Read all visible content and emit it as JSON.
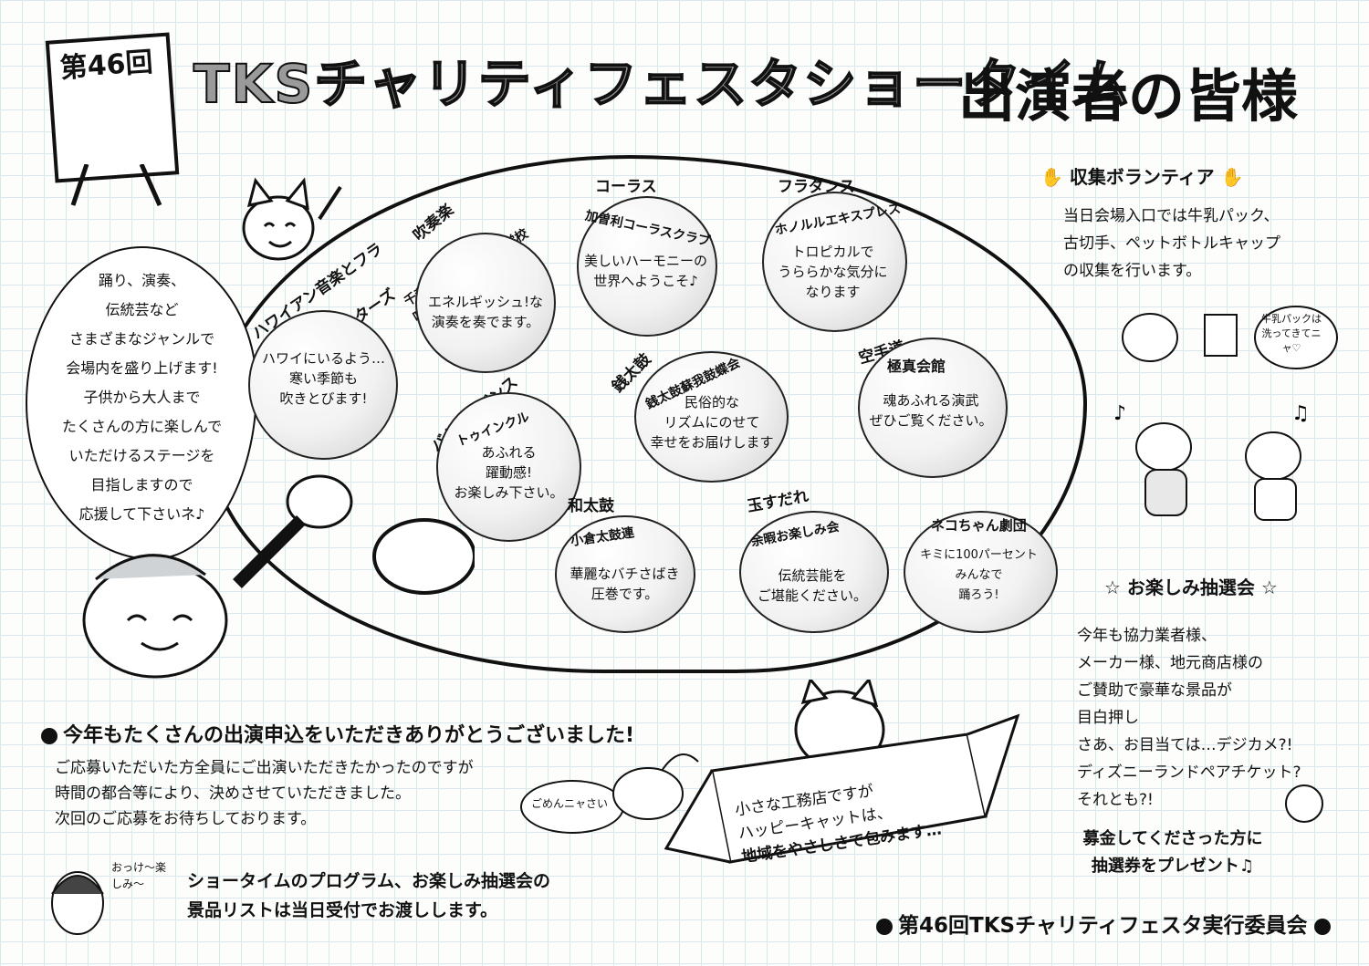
{
  "header": {
    "episode_label": "第46回",
    "title_main": "TKSチャリティフェスタショータイム",
    "title_sub": "出演者の皆様"
  },
  "intro": {
    "lines": [
      "踊り、演奏、",
      "伝統芸など",
      "さまざまなジャンルで",
      "会場内を盛り上げます!",
      "子供から大人まで",
      "たくさんの方に楽しんで",
      "いただけるステージを",
      "目指しますので",
      "応援して下さいネ♪"
    ]
  },
  "performers": [
    {
      "genre": "ハワイアン音楽とフラ",
      "name": "サンフラワーズスターズ",
      "desc": [
        "ハワイにいるよう…",
        "寒い季節も",
        "吹きとびます!"
      ]
    },
    {
      "genre": "吹奏楽",
      "name": "千葉県立千城台高等学校吹奏楽部",
      "desc": [
        "エネルギッシュ!な",
        "演奏を奏でます。"
      ]
    },
    {
      "genre": "コーラス",
      "name": "加曽利コーラスクラブ",
      "desc": [
        "美しいハーモニーの",
        "世界へようこそ♪"
      ]
    },
    {
      "genre": "フラダンス",
      "name": "ホノルルエキスプレス",
      "desc": [
        "トロピカルで",
        "うららかな気分に",
        "なります"
      ]
    },
    {
      "genre": "バトン&ダンス",
      "name": "トゥインクル",
      "desc": [
        "あふれる",
        "躍動感!",
        "お楽しみ下さい。"
      ]
    },
    {
      "genre": "銭太鼓",
      "name": "銭太鼓蘇我鼓蝶会",
      "desc": [
        "民俗的な",
        "リズムにのせて",
        "幸せをお届けします"
      ]
    },
    {
      "genre": "空手道",
      "name": "極真会館",
      "desc": [
        "魂あふれる演武",
        "ぜひご覧ください。"
      ]
    },
    {
      "genre": "和太鼓",
      "name": "小倉太鼓連",
      "desc": [
        "華麗なバチさばき",
        "圧巻です。"
      ]
    },
    {
      "genre": "玉すだれ",
      "name": "余暇お楽しみ会",
      "desc": [
        "伝統芸能を",
        "ご堪能ください。"
      ]
    },
    {
      "genre": "",
      "name": "ネコちゃん劇団",
      "desc": [
        "キミに100パーセント",
        "みんなで",
        "踊ろう!"
      ]
    }
  ],
  "volunteer": {
    "title": "収集ボランティア",
    "lines": [
      "当日会場入口では牛乳パック、",
      "古切手、ペットボトルキャップ",
      "の収集を行います。"
    ],
    "note": "牛乳パックは洗ってきてニャ♡"
  },
  "lottery": {
    "title": "お楽しみ抽選会",
    "lines": [
      "今年も協力業者様、",
      "メーカー様、地元商店様の",
      "ご賛助で豪華な景品が",
      "目白押し",
      "さあ、お目当ては…デジカメ?!",
      "ディズニーランドペアチケット?",
      "それとも?!"
    ]
  },
  "donation": {
    "lines": [
      "募金してくださった方に",
      "抽選券をプレゼント♫"
    ]
  },
  "thanks": {
    "title": "今年もたくさんの出演申込をいただきありがとうございました!",
    "lines": [
      "ご応募いただいた方全員にご出演いただきたかったのですが",
      "時間の都合等により、決めさせていただきました。",
      "次回のご応募をお待ちしております。"
    ],
    "bubble": "ごめんニャさい"
  },
  "banner": {
    "lines": [
      "小さな工務店ですが",
      "ハッピーキャットは、",
      "地域をやさしさで包みます…"
    ]
  },
  "program": {
    "bubble": "おっけ〜楽しみ〜",
    "lines": [
      "ショータイムのプログラム、お楽しみ抽選会の",
      "景品リストは当日受付でお渡しします。"
    ]
  },
  "footer": {
    "org": "第46回TKSチャリティフェスタ実行委員会"
  }
}
